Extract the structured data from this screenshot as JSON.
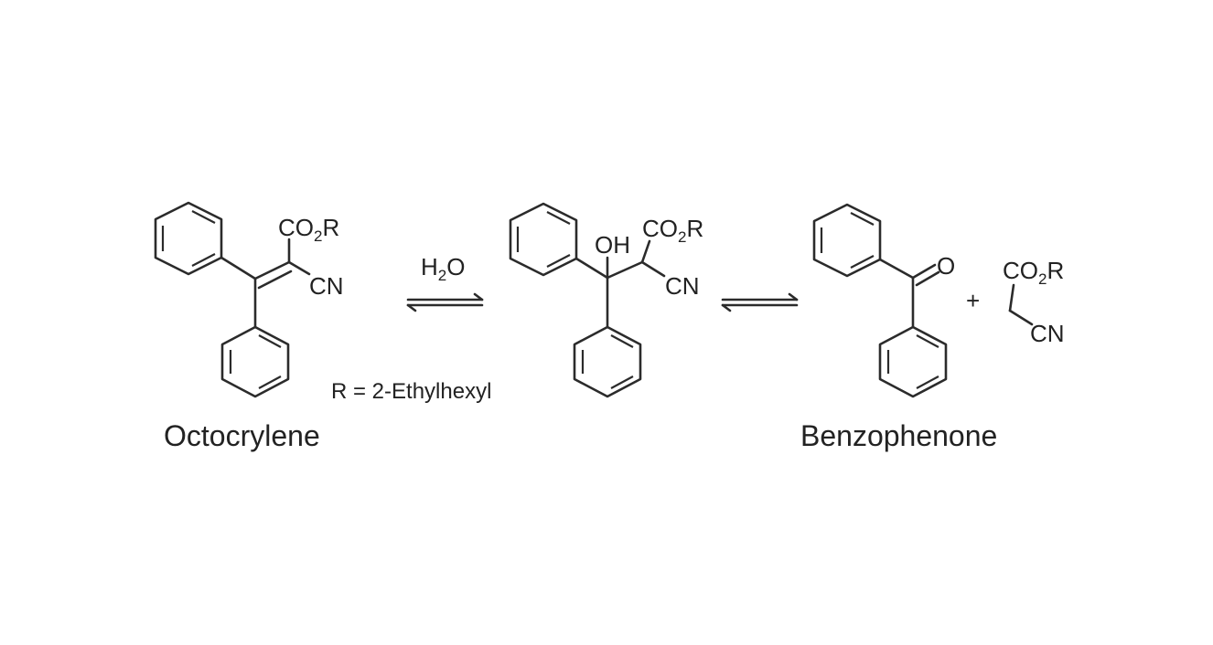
{
  "reagent": {
    "h": "H",
    "sub": "2",
    "o": "O"
  },
  "r_definition": "R = 2-Ethylhexyl",
  "plus": "+",
  "octocrylene": {
    "name": "Octocrylene",
    "ester": {
      "pre": "CO",
      "sub": "2",
      "post": "R"
    },
    "nitrile": "CN"
  },
  "intermediate": {
    "hydroxyl": "OH",
    "ester": {
      "pre": "CO",
      "sub": "2",
      "post": "R"
    },
    "nitrile": "CN"
  },
  "benzophenone": {
    "name": "Benzophenone",
    "oxygen": "O"
  },
  "cyanoacetate": {
    "ester": {
      "pre": "CO",
      "sub": "2",
      "post": "R"
    },
    "nitrile": "CN"
  }
}
